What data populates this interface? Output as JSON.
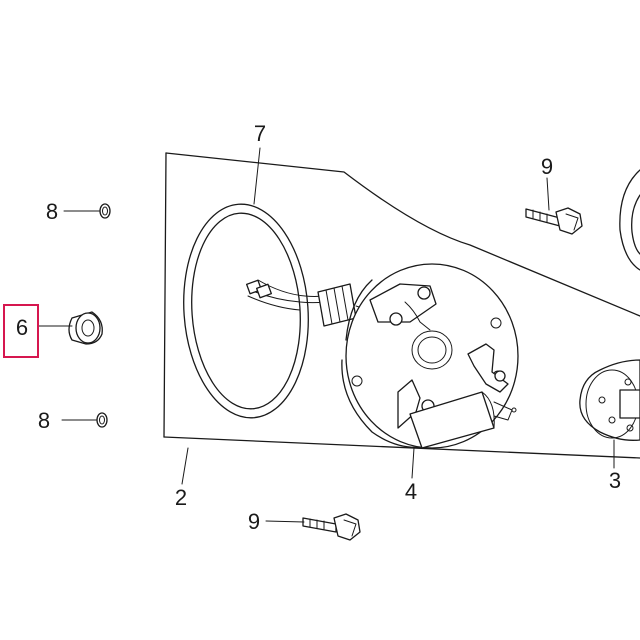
{
  "callouts": {
    "p2": "2",
    "p3": "3",
    "p4": "4",
    "p6": "6",
    "p7": "7",
    "p8_top": "8",
    "p8_bottom": "8",
    "p9_top": "9",
    "p9_bottom": "9"
  },
  "highlighted_part": "6",
  "colors": {
    "line": "#1a1a1a",
    "highlight": "#d6174f",
    "background": "#ffffff"
  }
}
